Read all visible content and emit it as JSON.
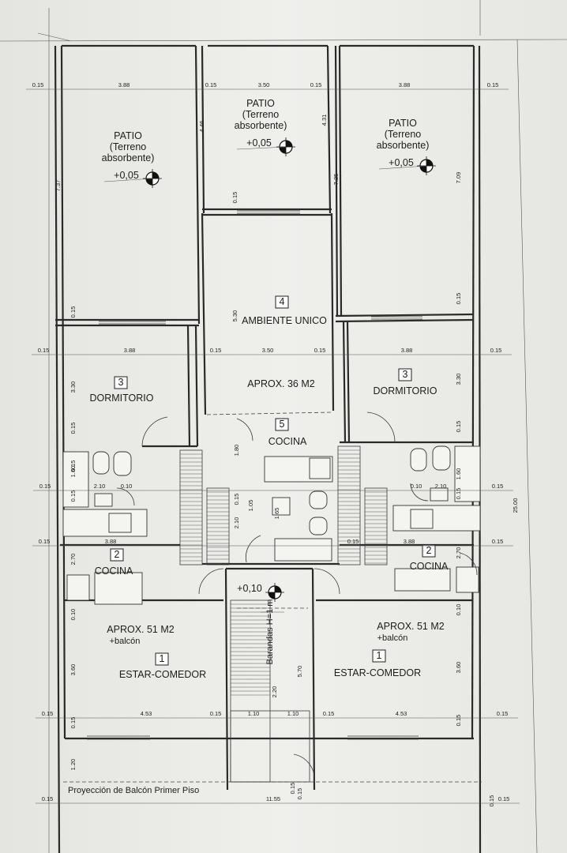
{
  "rooms": [
    {
      "id": "patio-left",
      "lines": [
        "PATIO",
        "(Terreno",
        "absorbente)"
      ],
      "level": "+0,05"
    },
    {
      "id": "patio-center",
      "lines": [
        "PATIO",
        "(Terreno",
        "absorbente)"
      ],
      "level": "+0,05"
    },
    {
      "id": "patio-right",
      "lines": [
        "PATIO",
        "(Terreno",
        "absorbente)"
      ],
      "level": "+0,05"
    },
    {
      "id": "ambiente-unico",
      "number": "4",
      "name": "AMBIENTE UNICO",
      "area": "APROX. 36 M2"
    },
    {
      "id": "cocina-center",
      "number": "5",
      "name": "COCINA"
    },
    {
      "id": "dormitorio-left",
      "number": "3",
      "name": "DORMITORIO"
    },
    {
      "id": "dormitorio-right",
      "number": "3",
      "name": "DORMITORIO"
    },
    {
      "id": "cocina-left",
      "number": "2",
      "name": "COCINA"
    },
    {
      "id": "cocina-right",
      "number": "2",
      "name": "COCINA"
    },
    {
      "id": "estar-left",
      "number": "1",
      "name": "ESTAR-COMEDOR",
      "area": "APROX. 51 M2",
      "extra": "+balcón"
    },
    {
      "id": "estar-right",
      "number": "1",
      "name": "ESTAR-COMEDOR",
      "area": "APROX. 51 M2",
      "extra": "+balcón"
    }
  ],
  "stair": {
    "level": "+0,10",
    "rail": "Barandas H=1 m"
  },
  "balcony_note": "Proyección de Balcón Primer Piso",
  "dimensions": {
    "top": [
      "0.15",
      "3.88",
      "0.15",
      "3.50",
      "0.15",
      "3.88",
      "0.15"
    ],
    "mid": [
      "0.15",
      "3.88",
      "0.15",
      "3.50",
      "0.15",
      "3.88",
      "0.15"
    ],
    "kitchen_row": [
      "0.15",
      "3.88",
      "0.15",
      "3.88",
      "0.15"
    ],
    "bath_row": [
      "0.15",
      "2.10",
      "0.10",
      "0.10",
      "2.10",
      "0.15"
    ],
    "bottom": [
      "0.15",
      "4.53",
      "0.15",
      "1.10",
      "1.10",
      "0.15",
      "4.53",
      "0.15"
    ],
    "total": [
      "0.15",
      "11.55",
      "0.15"
    ],
    "vertical": [
      "7.37",
      "4.46",
      "4.31",
      "7.25",
      "7.09",
      "0.15",
      "0.15",
      "0.15",
      "0.15",
      "5.30",
      "3.30",
      "3.30",
      "0.15",
      "0.15",
      "1.60",
      "1.60",
      "0.15",
      "0.15",
      "1.80",
      "2.10",
      "0.15",
      "1.05",
      "1.65",
      "0.15",
      "2.70",
      "2.70",
      "0.10",
      "0.10",
      "3.60",
      "3.60",
      "5.70",
      "2.20",
      "0.15",
      "0.15",
      "1.20",
      "0.15",
      "25.00",
      "0.15"
    ]
  }
}
